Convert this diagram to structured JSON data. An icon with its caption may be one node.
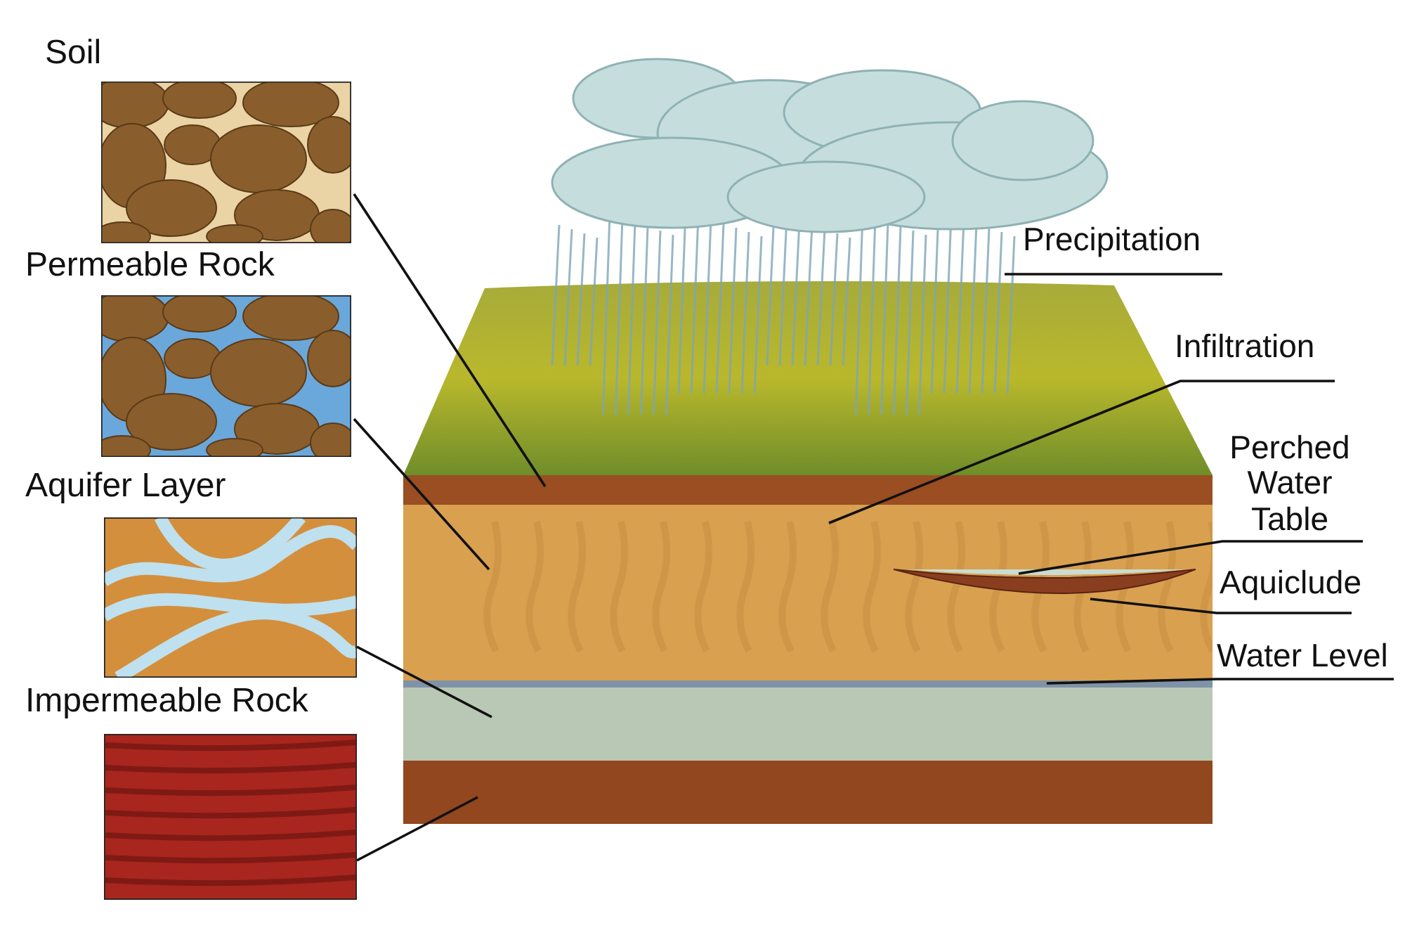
{
  "diagram": {
    "nodes": [
      {
        "text": [
          "Soil"
        ]
      },
      {
        "text": [
          "Permeable Rock"
        ]
      },
      {
        "text": [
          "Aquifer Layer"
        ]
      },
      {
        "text": [
          "Impermeable Rock"
        ]
      },
      {
        "text": [
          "Precipitation"
        ]
      },
      {
        "text": [
          "Infiltration"
        ]
      },
      {
        "text": [
          "Perched Water Table"
        ]
      },
      {
        "text": [
          "Aquiclude"
        ]
      },
      {
        "text": [
          "Water Level"
        ]
      },
      {
        "text": [],
        "shape": "bar"
      },
      {
        "text": [],
        "shape": "bar"
      },
      {
        "text": [],
        "shape": "bar"
      },
      {
        "text": [],
        "shape": "bar"
      },
      {
        "text": [],
        "shape": "bar"
      },
      {
        "text": [],
        "shape": "picture",
        "in": 10
      },
      {
        "text": [],
        "shape": "picture",
        "in": 10
      },
      {
        "text": [],
        "shape": "cloud"
      }
    ],
    "edges": [
      {
        "from": 0,
        "to": 9,
        "arrow": "none"
      },
      {
        "from": 1,
        "to": 10,
        "arrow": "none"
      },
      {
        "from": 2,
        "to": 12,
        "arrow": "none"
      },
      {
        "from": 3,
        "to": 13,
        "arrow": "none"
      },
      {
        "from": 4,
        "to": 16,
        "arrow": "none"
      },
      {
        "from": 5,
        "to": 10,
        "arrow": "none"
      },
      {
        "from": 6,
        "to": 14,
        "arrow": "none"
      },
      {
        "from": 7,
        "to": 15,
        "arrow": "none"
      },
      {
        "from": 8,
        "to": 11,
        "arrow": "none"
      }
    ]
  }
}
